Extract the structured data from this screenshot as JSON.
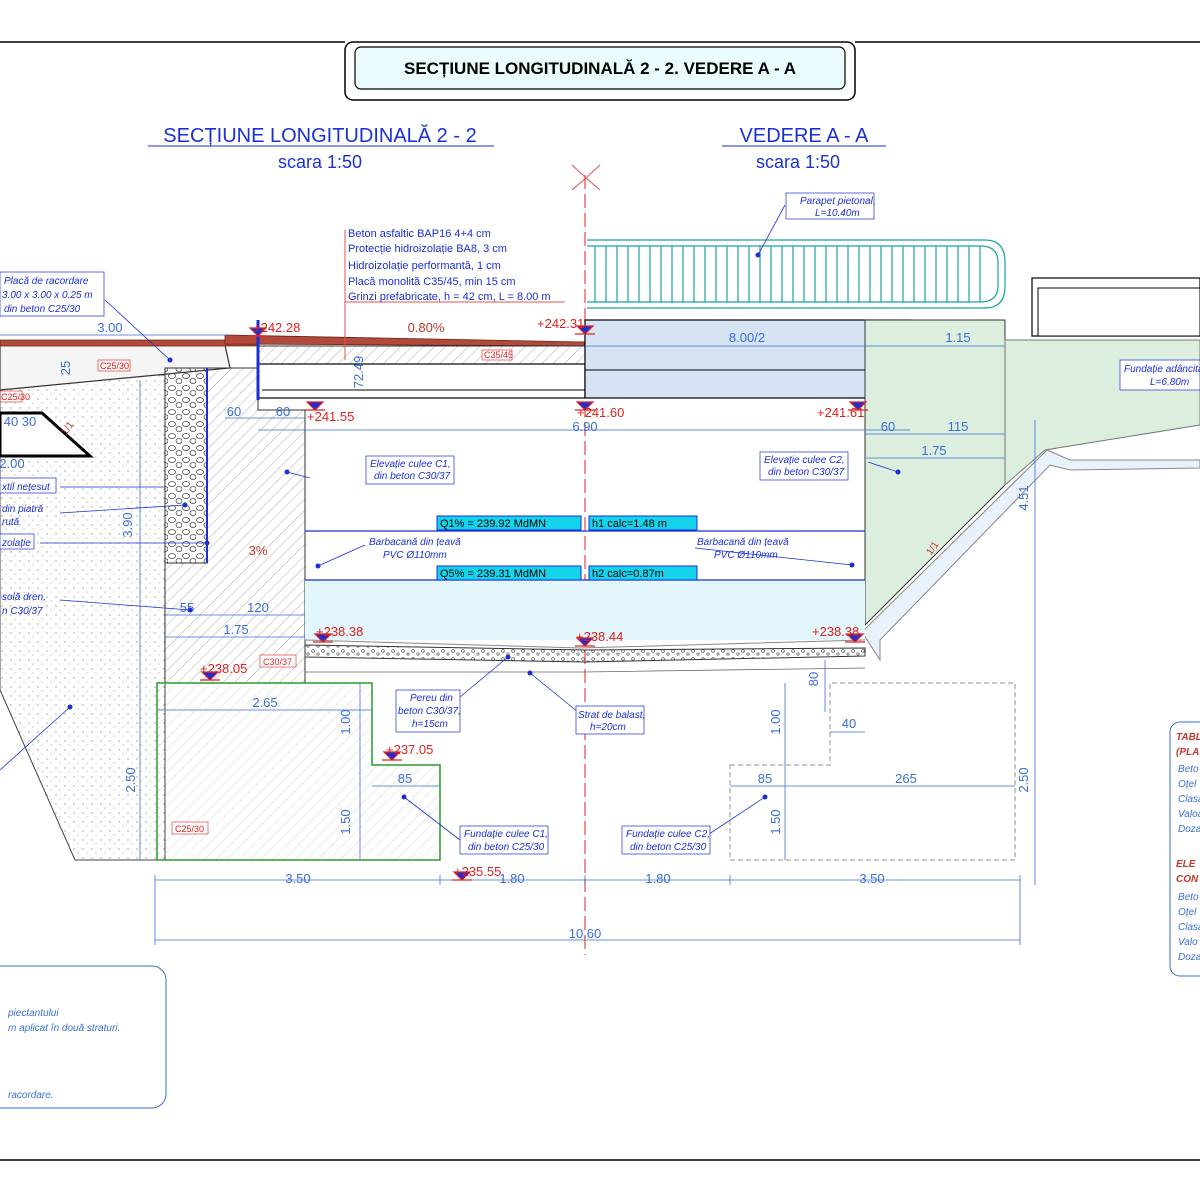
{
  "sheet_title": "SECȚIUNE LONGITUDINALĂ 2 - 2. VEDERE A - A",
  "section_title": "SECȚIUNE LONGITUDINALĂ 2 - 2",
  "section_scale": "scara 1:50",
  "view_title": "VEDERE A - A",
  "view_scale": "scara 1:50",
  "layers": [
    "Beton asfaltic BAP16 4+4 cm",
    "Protecție hidroizolație BA8, 3 cm",
    "Hidroizolație performantă, 1 cm",
    "Placă monolită C35/45, min 15 cm",
    "Grinzi prefabricate, h = 42 cm, L = 8.00 m"
  ],
  "callouts": {
    "parapet_1": "Parapet pietonal,",
    "parapet_2": "L=10.40m",
    "placa_1": "Placă de racordare",
    "placa_2": "3.00 x 3.00 x 0.25 m",
    "placa_3": "din beton C25/30",
    "elev_c1_1": "Elevație culee C1,",
    "elev_c1_2": "din beton C30/37",
    "elev_c2_1": "Elevație culee C2,",
    "elev_c2_2": "din beton C30/37",
    "barb_l_1": "Barbacană din țeavă",
    "barb_l_2": "PVC Ø110mm",
    "barb_r_1": "Barbacană din țeavă",
    "barb_r_2": "PVC Ø110mm",
    "pereu_1": "Pereu din",
    "pereu_2": "beton C30/37,",
    "pereu_3": "h=15cm",
    "balast_1": "Strat de balast,",
    "balast_2": "h=20cm",
    "fund_c1_1": "Fundație culee C1,",
    "fund_c1_2": "din beton C25/30",
    "fund_c2_1": "Fundație culee C2,",
    "fund_c2_2": "din beton C25/30",
    "fund_adanc_1": "Fundație adâncită",
    "fund_adanc_2": "L=6.80m",
    "geotextil": "xtil nețesut",
    "piatra_1": "din piatră",
    "piatra_2": "rută",
    "izolatie": "zolație",
    "dren_1": "solă dren,",
    "dren_2": "n C30/37"
  },
  "water": {
    "q1": "Q1% = 239.92 MdMN",
    "h1": "h1 calc=1.48 m",
    "q5": "Q5% = 239.31 MdMN",
    "h2": "h2 calc=0.87m"
  },
  "elevations": {
    "e1": "+242.28",
    "e2": "+242.31",
    "e3": "+241.55",
    "e4": "+241.60",
    "e5": "+241.61",
    "e6": "+238.38",
    "e7": "+238.44",
    "e8": "+238.38",
    "e9": "+238.05",
    "e10": "+237.05",
    "e11": "+235.55"
  },
  "dims": {
    "d300": "3.00",
    "d080pct": "0.80%",
    "d800_2": "8.00/2",
    "d115a": "1.15",
    "d60a": "60",
    "d60b": "60",
    "d690": "6.90",
    "d60c": "60",
    "d115b": "115",
    "d175a": "1.75",
    "d390": "3.90",
    "d3pct": "3%",
    "d55": "55",
    "d120": "120",
    "d175b": "1.75",
    "d265a": "2.65",
    "d100a": "1.00",
    "d85a": "85",
    "d250a": "2.50",
    "d150a": "1.50",
    "d80": "80",
    "d40": "40",
    "d100b": "1.00",
    "d85b": "85",
    "d265b": "265",
    "d150b": "1.50",
    "d250b": "2.50",
    "d451": "4.51",
    "d350a": "3.50",
    "d180a": "1.80",
    "d180b": "1.80",
    "d350b": "3.50",
    "d1060": "10.60",
    "d7249": "72.49",
    "d25": "25",
    "d200": "2.00",
    "slope": "1/1",
    "slope2": "1/1",
    "left_frag": "40 30"
  },
  "concrete_tags": {
    "c2530a": "C25/30",
    "c2530b": "C25/30",
    "c3545": "C35/45",
    "c3037": "C30/37",
    "c2530c": "C25/30"
  },
  "table": {
    "t1": "TABL",
    "t2": "(PLA",
    "r1": "Beto",
    "r2": "Oțel",
    "r3": "Clasa",
    "r4": "Valoa",
    "r5": "Doza",
    "t3": "ELE",
    "t4": "CON",
    "r6": "Beto",
    "r7": "Oțel",
    "r8": "Clasa",
    "r9": "Valo",
    "r10": "Doza"
  },
  "notes": {
    "n1": "piectantului",
    "n2": "m aplicat în două straturi.",
    "n3": "racordare."
  }
}
